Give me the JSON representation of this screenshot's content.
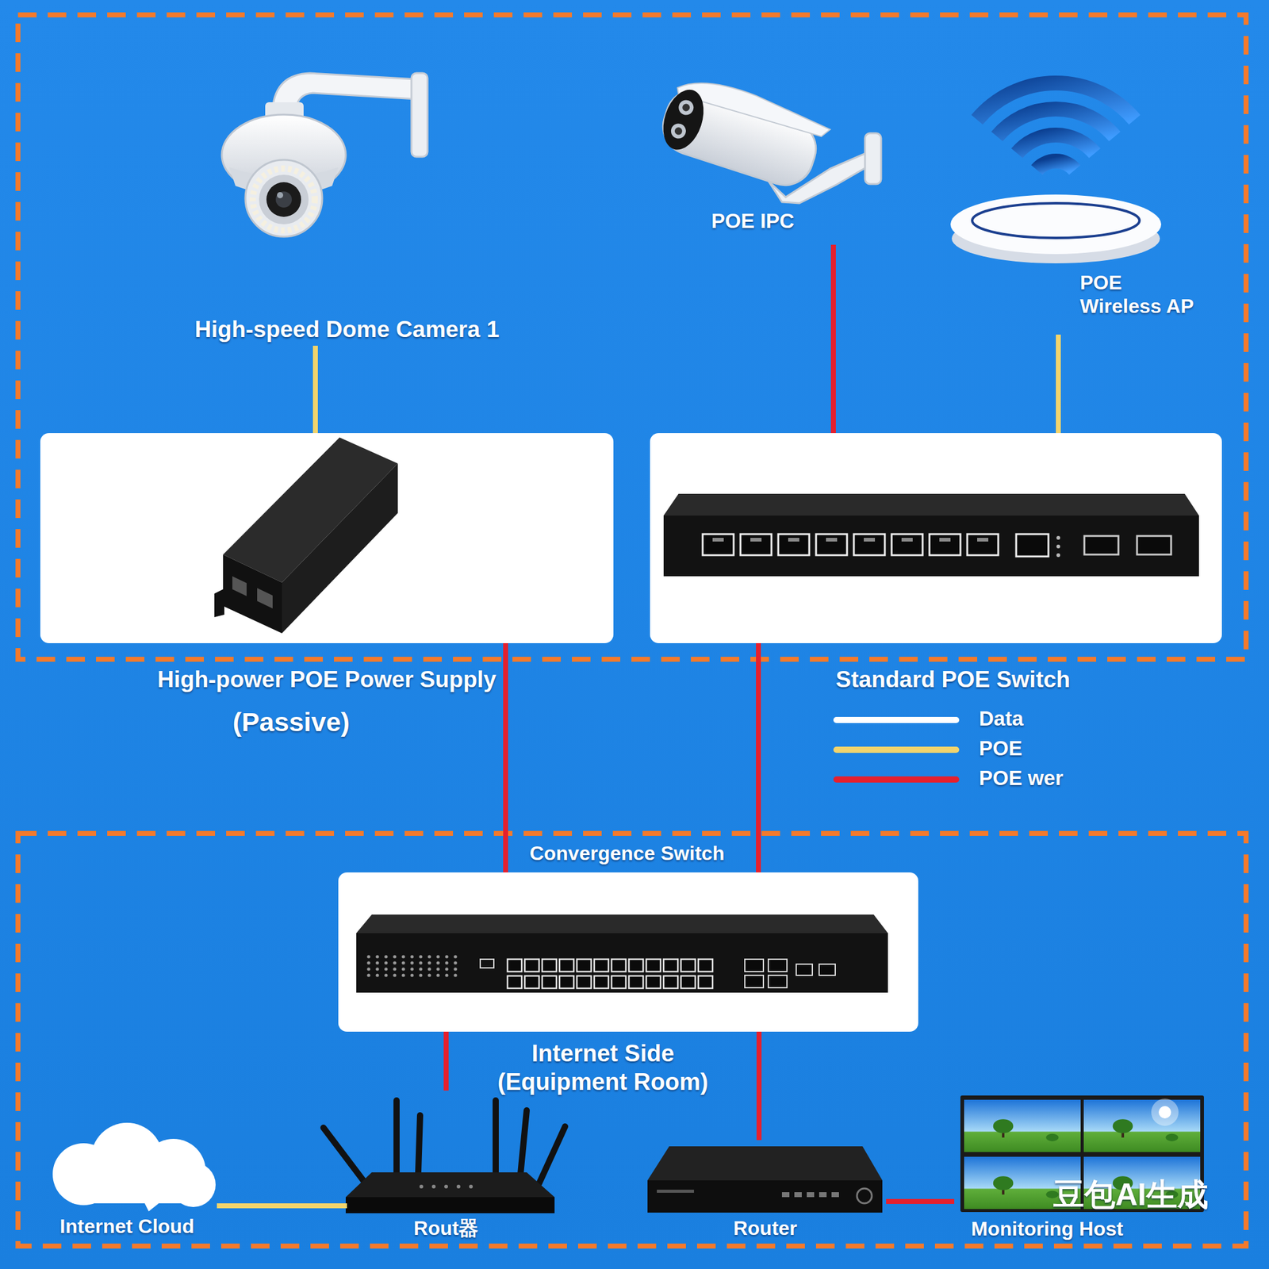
{
  "diagram": {
    "nodes": [
      {
        "text": [
          "High-speed Dome Camera 1"
        ]
      },
      {
        "text": [
          "POE IPC"
        ]
      },
      {
        "text": [
          "POE Wireless AP"
        ]
      },
      {
        "text": [
          "High-power POE Power Supply",
          "(Passive)"
        ]
      },
      {
        "text": [
          "Standard POE Switch"
        ]
      },
      {
        "text": [
          "Convergence Switch"
        ]
      },
      {
        "text": [
          "Internet Cloud"
        ]
      },
      {
        "text": [
          "Rout器"
        ]
      },
      {
        "text": [
          "Router"
        ]
      },
      {
        "text": [
          "Monitoring Host"
        ]
      }
    ],
    "edges": [
      {
        "from": 0,
        "to": 3,
        "arrow": "none"
      },
      {
        "from": 1,
        "to": 4,
        "arrow": "none"
      },
      {
        "from": 2,
        "to": 4,
        "arrow": "none"
      },
      {
        "from": 3,
        "to": 5,
        "arrow": "none"
      },
      {
        "from": 4,
        "to": 5,
        "arrow": "none"
      },
      {
        "from": 5,
        "to": 7,
        "arrow": "none"
      },
      {
        "from": 5,
        "to": 8,
        "arrow": "none"
      },
      {
        "from": 6,
        "to": 7,
        "arrow": "none"
      },
      {
        "from": 8,
        "to": 9,
        "arrow": "none"
      }
    ],
    "labels": [
      "Internet Side (Equipment Room)",
      "豆包AI生成"
    ],
    "legend": [
      {
        "text": "Data",
        "color": "#ffffff"
      },
      {
        "text": "POE",
        "color": "#f3d46c"
      },
      {
        "text": "POE wer",
        "color": "#e5202e"
      }
    ]
  }
}
